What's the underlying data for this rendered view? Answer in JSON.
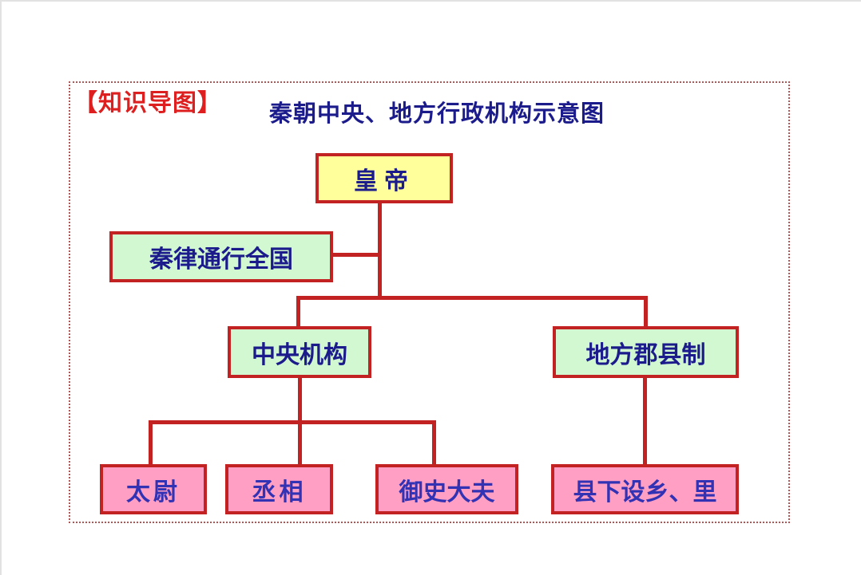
{
  "page": {
    "section_label": "【知识导图】",
    "title": "秦朝中央、地方行政机构示意图"
  },
  "nodes": {
    "emperor": {
      "label": "皇帝"
    },
    "law": {
      "label": "秦律通行全国"
    },
    "central": {
      "label": "中央机构"
    },
    "local": {
      "label": "地方郡县制"
    },
    "taiwei": {
      "label": "太尉"
    },
    "chengxiang": {
      "label": "丞相"
    },
    "yushidafu": {
      "label": "御史大夫"
    },
    "township": {
      "label": "县下设乡、里"
    }
  },
  "hierarchy": {
    "root": "皇帝",
    "edges": [
      [
        "皇帝",
        "秦律通行全国"
      ],
      [
        "皇帝",
        "中央机构"
      ],
      [
        "皇帝",
        "地方郡县制"
      ],
      [
        "中央机构",
        "太尉"
      ],
      [
        "中央机构",
        "丞相"
      ],
      [
        "中央机构",
        "御史大夫"
      ],
      [
        "地方郡县制",
        "县下设乡、里"
      ]
    ]
  },
  "colors": {
    "line_red": "#c32222",
    "label_red": "#dd1f1f",
    "title_navy": "#1b1b8c",
    "node_text_navy": "#1b1b8c",
    "node_text_violet": "#3232b4",
    "fill_yellow": "#ffff9c",
    "fill_green": "#d2f8d2",
    "fill_pink": "#ff9fc3",
    "dotted_border": "#b25555"
  }
}
